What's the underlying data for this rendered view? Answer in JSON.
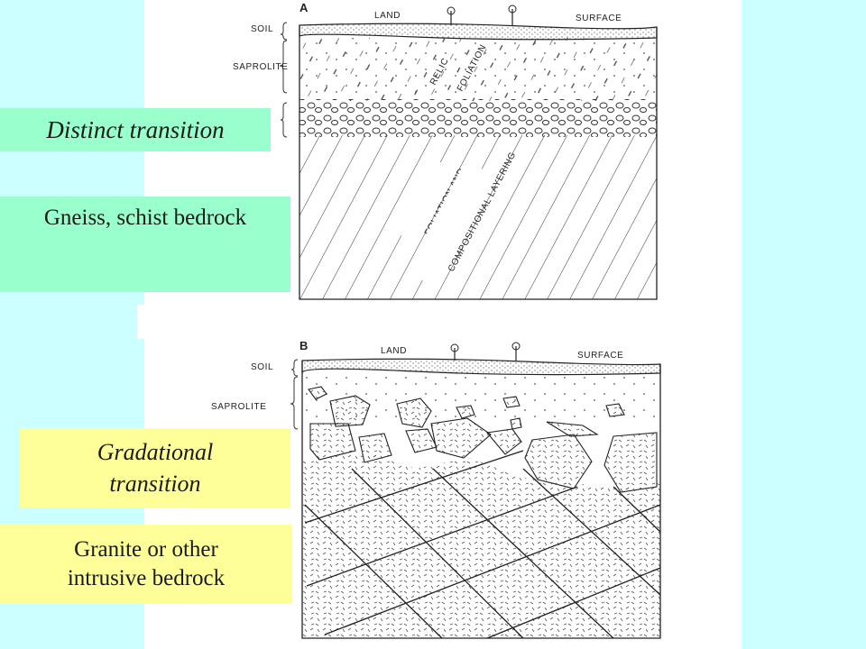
{
  "figure": {
    "panel_a": {
      "letter": "A",
      "land_label": "LAND",
      "surface_label": "SURFACE",
      "soil_label": "SOIL",
      "saprolite_label": "SAPROLITE",
      "relic_label": "RELIC",
      "foliation_label": "FOLIATION",
      "bedrock_label_1": "FOLIATION AND",
      "bedrock_label_2": "COMPOSITIONAL LAYERING"
    },
    "panel_b": {
      "letter": "B",
      "land_label": "LAND",
      "surface_label": "SURFACE",
      "soil_label": "SOIL",
      "saprolite_label": "SAPROLITE"
    }
  },
  "callouts": {
    "distinct": "Distinct transition",
    "gneiss": "Gneiss, schist bedrock",
    "gradational_line1": "Gradational",
    "gradational_line2": "transition",
    "granite_line1": "Granite or other",
    "granite_line2": "intrusive bedrock"
  },
  "colors": {
    "background": "#ccffff",
    "green_box": "#99ffcc",
    "yellow_box": "#ffff99"
  }
}
